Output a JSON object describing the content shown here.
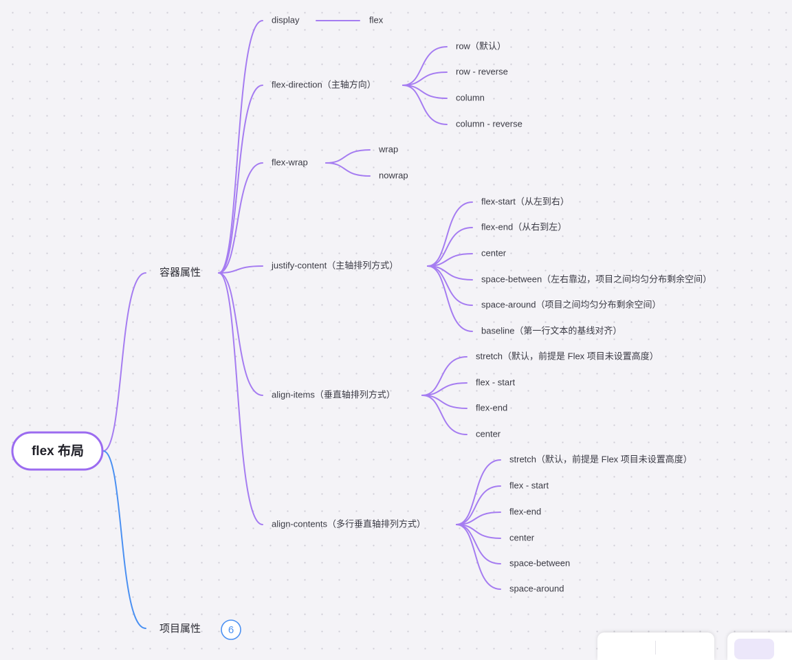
{
  "mindmap": {
    "root": {
      "label": "flex 布局",
      "color": "#9b6bf0"
    },
    "branch_colors": {
      "container": "#a57cf1",
      "item": "#4a90f2"
    },
    "sections": [
      {
        "label": "容器属性",
        "children": [
          {
            "label": "display",
            "children": [
              "flex"
            ]
          },
          {
            "label": "flex-direction（主轴方向）",
            "children": [
              "row（默认）",
              "row - reverse",
              "column",
              "column - reverse"
            ]
          },
          {
            "label": "flex-wrap",
            "children": [
              "wrap",
              "nowrap"
            ]
          },
          {
            "label": "justify-content（主轴排列方式）",
            "children": [
              "flex-start（从左到右）",
              "flex-end（从右到左）",
              "center",
              "space-between（左右靠边，项目之间均匀分布剩余空间）",
              "space-around（项目之间均匀分布剩余空间）",
              "baseline（第一行文本的基线对齐）"
            ]
          },
          {
            "label": "align-items（垂直轴排列方式）",
            "children": [
              "stretch（默认，前提是 Flex 项目未设置高度）",
              "flex - start",
              "flex-end",
              "center"
            ]
          },
          {
            "label": "align-contents（多行垂直轴排列方式）",
            "children": [
              "stretch（默认，前提是 Flex 项目未设置高度）",
              "flex - start",
              "flex-end",
              "center",
              "space-between",
              "space-around"
            ]
          }
        ]
      },
      {
        "label": "项目属性",
        "collapsed_count": "6",
        "children": []
      }
    ]
  }
}
